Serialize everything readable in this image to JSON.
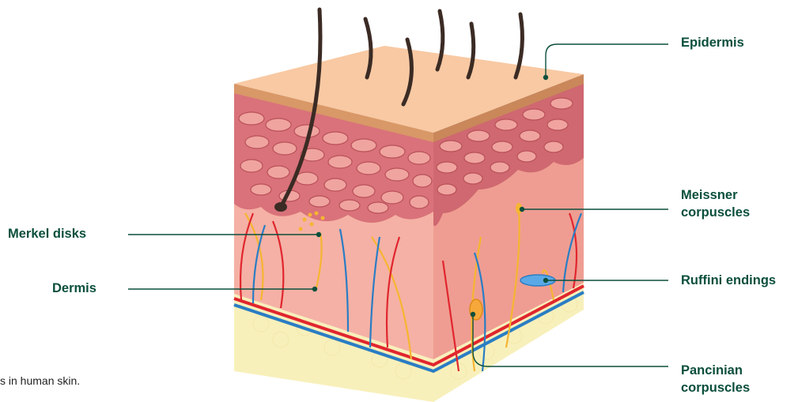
{
  "labels": {
    "epidermis": "Epidermis",
    "meissner": "Meissner\ncorpuscles",
    "merkel": "Merkel disks",
    "dermis": "Dermis",
    "ruffini": "Ruffini endings",
    "pacinian": "Pancinian\ncorpuscles"
  },
  "caption": "s in human skin.",
  "colors": {
    "label_text": "#0b4f3c",
    "leader_line": "#0b4f3c",
    "epidermis_surface": "#f7c9a2",
    "dermis": "#f3a89c",
    "subcutaneous_fat": "#f7efb5",
    "artery": "#e0262e",
    "vein": "#2a7dc4",
    "nerve": "#f6b531"
  }
}
